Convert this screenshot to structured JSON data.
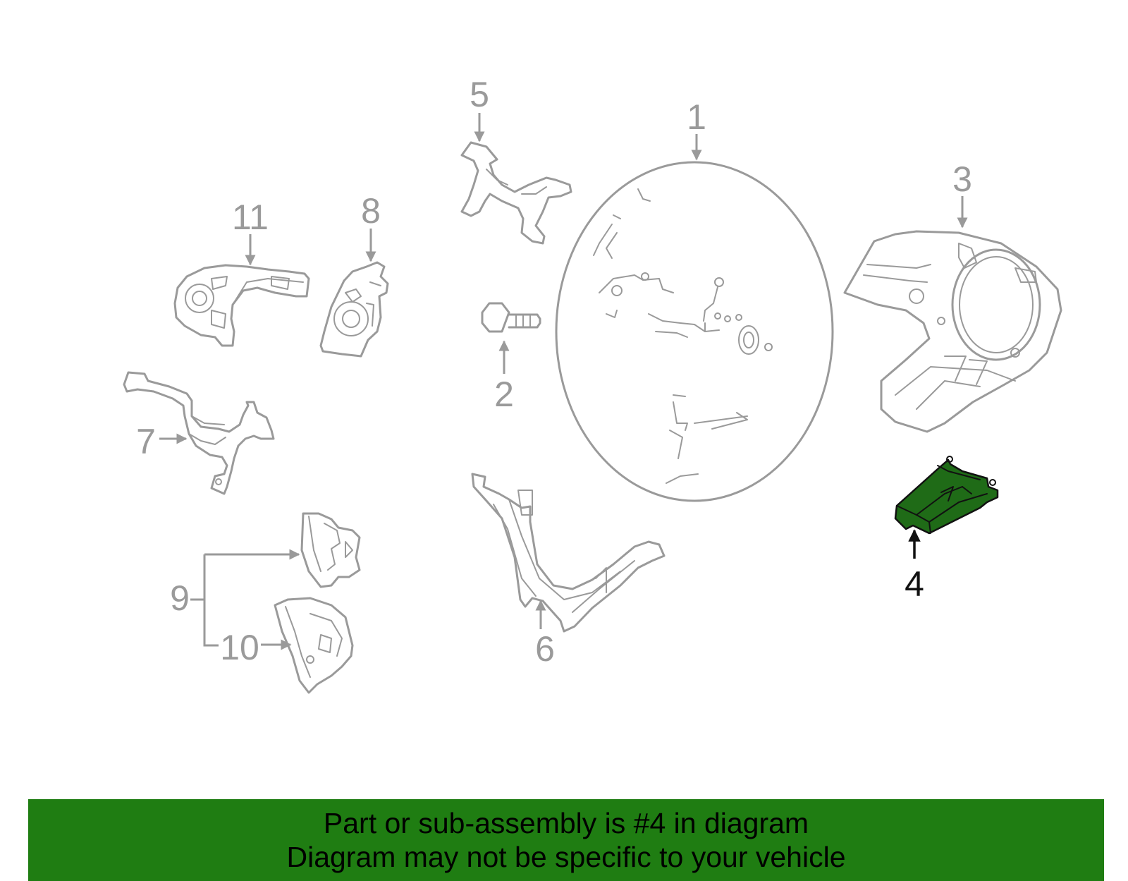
{
  "diagram": {
    "callouts": [
      "1",
      "2",
      "3",
      "4",
      "5",
      "6",
      "7",
      "8",
      "9",
      "10",
      "11"
    ],
    "highlighted_part": "4"
  },
  "colors": {
    "line": "#9a9a9a",
    "highlight_fill": "#1f6b17",
    "banner_bg": "#1f7d12",
    "banner_text": "#000000"
  },
  "banner": {
    "line1": "Part or sub-assembly is #4 in diagram",
    "line2": "Diagram may not be specific to your vehicle"
  }
}
